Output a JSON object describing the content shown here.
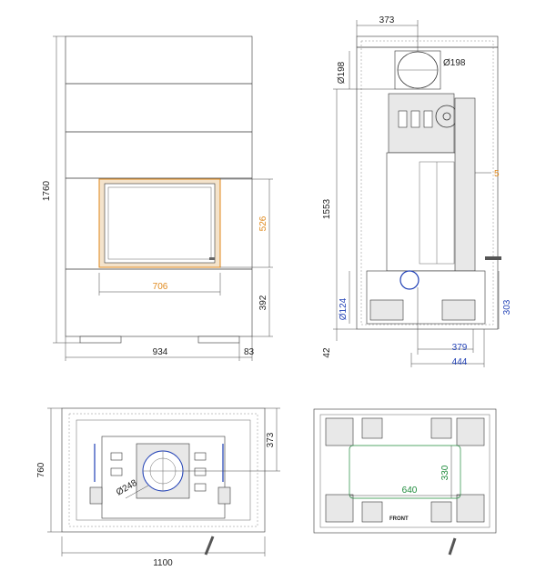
{
  "colors": {
    "orange": "#e08a1e",
    "blue": "#1f3fb5",
    "green": "#1d8a3a",
    "line": "#333333"
  },
  "front_view": {
    "height_total": "1760",
    "width_total": "934",
    "side_offset": "83",
    "opening_height": "526",
    "opening_width": "706",
    "base_height": "392"
  },
  "side_view": {
    "top_width": "373",
    "flue_diameter_label": "Ø198",
    "flue_side_label": "Ø198",
    "height": "1553",
    "gap": "5",
    "inlet_height": "Ø124",
    "right_height": "303",
    "floor_offset": "42",
    "depth_inner": "379",
    "depth_outer": "444"
  },
  "top_view": {
    "depth": "760",
    "width": "1100",
    "offset": "373",
    "flue_diameter": "Ø248"
  },
  "bottom_view": {
    "inner_height": "330",
    "inner_width": "640",
    "front_label": "FRONT"
  }
}
